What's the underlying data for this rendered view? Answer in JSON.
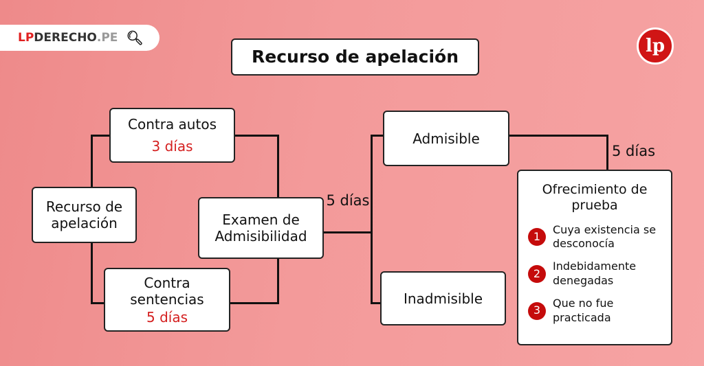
{
  "brand": {
    "prefix": "LP",
    "name": "DERECHO",
    "suffix": ".PE",
    "logo_text": "lp"
  },
  "title": "Recurso de apelación",
  "nodes": {
    "root": "Recurso de apelación",
    "autos": {
      "label": "Contra autos",
      "days": "3 días"
    },
    "sentencias": {
      "label": "Contra sentencias",
      "days": "5 días"
    },
    "examen": "Examen de Admisibilidad",
    "admisible": "Admisible",
    "inadmisible": "Inadmisible"
  },
  "edge_labels": {
    "examen_to_result": "5 días",
    "admisible_to_prueba": "5 días"
  },
  "prueba": {
    "title": "Ofrecimiento de prueba",
    "items": [
      {
        "n": "1",
        "text": "Cuya existencia se desconocía"
      },
      {
        "n": "2",
        "text": "Indebidamente denegadas"
      },
      {
        "n": "3",
        "text": "Que no fue practicada"
      }
    ]
  },
  "colors": {
    "accent": "#c50b0b",
    "days": "#d41f1f"
  }
}
